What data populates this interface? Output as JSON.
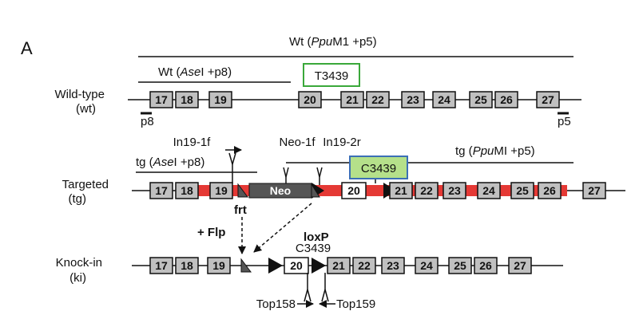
{
  "panel_label": "A",
  "colors": {
    "exon_fill": "#c0c0c0",
    "exon_target_fill": "#ffffff",
    "line": "#111111",
    "cassette_red": "#e53935",
    "neo_fill": "#555555",
    "wt_box_border": "#3aa83a",
    "tg_box_fill": "#b5e08a",
    "tg_box_border": "#3b6fb6"
  },
  "wildtype": {
    "label_line1": "Wild-type",
    "label_line2": "(wt)",
    "fragment_long_pre": "Wt (",
    "fragment_long_enzyme": "Ppu",
    "fragment_long_post": "M1 +p5)",
    "fragment_short_pre": "Wt (",
    "fragment_short_enzyme": "Ase",
    "fragment_short_post": "I +p8)",
    "site_label": "T3439",
    "probe_left": "p8",
    "probe_right": "p5",
    "exons": [
      "17",
      "18",
      "19",
      "20",
      "21",
      "22",
      "23",
      "24",
      "25",
      "26",
      "27"
    ]
  },
  "targeted": {
    "label_line1": "Targeted",
    "label_line2": "(tg)",
    "fragment_short_pre": "tg (",
    "fragment_short_enzyme": "Ase",
    "fragment_short_post": "I +p8)",
    "fragment_long_pre": "tg (",
    "fragment_long_enzyme": "Ppu",
    "fragment_long_post": "MI +p5)",
    "site_label": "C3439",
    "neo_label": "Neo",
    "primer_1": "In19-1f",
    "primer_2": "Neo-1f",
    "primer_3": "In19-2r",
    "frt_label": "frt",
    "loxp_label": "loxP",
    "exons": [
      "17",
      "18",
      "19",
      "20",
      "21",
      "22",
      "23",
      "24",
      "25",
      "26",
      "27"
    ]
  },
  "flp_label": "+ Flp",
  "knockin": {
    "label_line1": "Knock-in",
    "label_line2": "(ki)",
    "site_label": "C3439",
    "primer_left": "Top158",
    "primer_right": "Top159",
    "exons": [
      "17",
      "18",
      "19",
      "20",
      "21",
      "22",
      "23",
      "24",
      "25",
      "26",
      "27"
    ]
  }
}
